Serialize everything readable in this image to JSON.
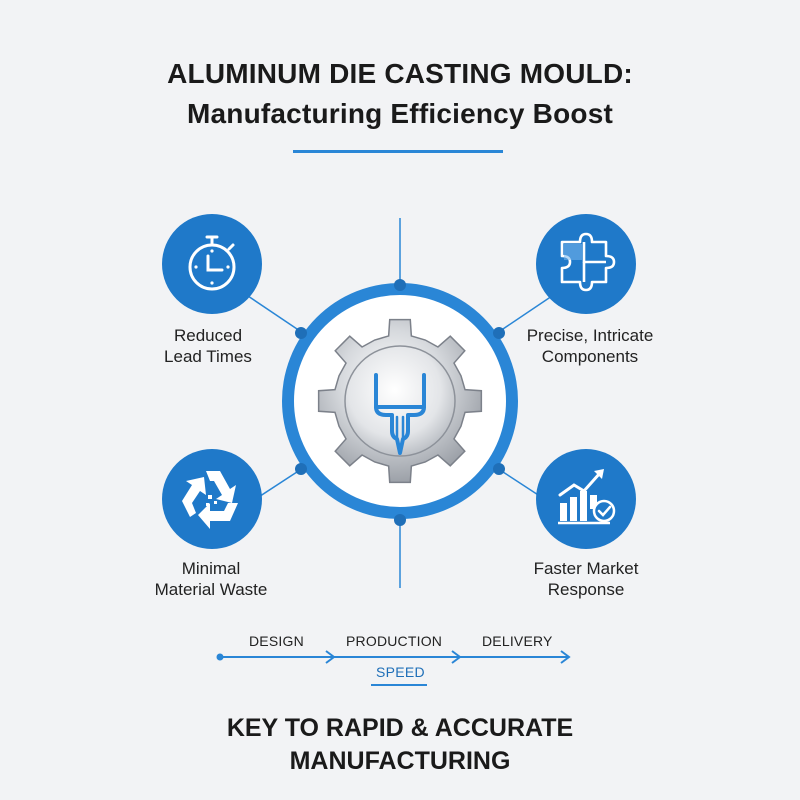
{
  "header": {
    "title_line1": "ALUMINUM DIE CASTING MOULD:",
    "title_line2": "Manufacturing Efficiency Boost"
  },
  "features": {
    "reduced_lead_times": {
      "line1": "Reduced",
      "line2": "Lead Times",
      "icon": "stopwatch-icon"
    },
    "precise_components": {
      "line1": "Precise, Intricate",
      "line2": "Components",
      "icon": "puzzle-icon"
    },
    "minimal_waste": {
      "line1": "Minimal",
      "line2": "Material Waste",
      "icon": "recycle-icon"
    },
    "faster_market": {
      "line1": "Faster Market",
      "line2": "Response",
      "icon": "growth-chart-icon"
    }
  },
  "center": {
    "icon": "gear-mould-icon"
  },
  "flow": {
    "step1": "DESIGN",
    "step2": "PRODUCTION",
    "step3": "DELIVERY",
    "speed": "SPEED"
  },
  "footer": {
    "line1": "KEY TO RAPID & ACCURATE",
    "line2": "MANUFACTURING"
  },
  "colors": {
    "accent": "#2a86d6",
    "accent_dark": "#1f6fb8",
    "background": "#f2f3f5",
    "gear": "#b9bdc3"
  }
}
